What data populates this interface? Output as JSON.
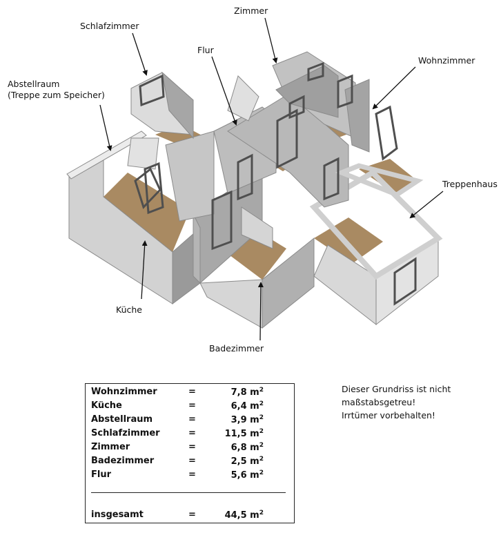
{
  "labels": {
    "schlafzimmer": "Schlafzimmer",
    "zimmer": "Zimmer",
    "flur": "Flur",
    "wohnzimmer": "Wohnzimmer",
    "abstellraum": "Abstellraum\n(Treppe zum Speicher)",
    "treppenhaus": "Treppenhaus",
    "kueche": "Küche",
    "badezimmer": "Badezimmer"
  },
  "table": {
    "rows": [
      {
        "name": "Wohnzimmer",
        "eq": "=",
        "value": "7,8 m",
        "unit_exp": "2"
      },
      {
        "name": "Küche",
        "eq": "=",
        "value": "6,4 m",
        "unit_exp": "2"
      },
      {
        "name": "Abstellraum",
        "eq": "=",
        "value": "3,9 m",
        "unit_exp": "2"
      },
      {
        "name": "Schlafzimmer",
        "eq": "=",
        "value": "11,5 m",
        "unit_exp": "2"
      },
      {
        "name": "Zimmer",
        "eq": "=",
        "value": "6,8 m",
        "unit_exp": "2"
      },
      {
        "name": "Badezimmer",
        "eq": "=",
        "value": "2,5 m",
        "unit_exp": "2"
      },
      {
        "name": "Flur",
        "eq": "=",
        "value": "5,6 m",
        "unit_exp": "2"
      }
    ],
    "total": {
      "name": "insgesamt",
      "eq": "=",
      "value": "44,5 m",
      "unit_exp": "2"
    }
  },
  "note": {
    "line1": "Dieser Grundriss ist nicht",
    "line2": "maßstabsgetreu!",
    "line3": "Irrtümer vorbehalten!"
  },
  "colors": {
    "wall_top": "#e6e6e6",
    "wall_light": "#d2d2d2",
    "wall_dark": "#9a9a9a",
    "floor": "#a98a62",
    "window_frame": "#555555"
  }
}
